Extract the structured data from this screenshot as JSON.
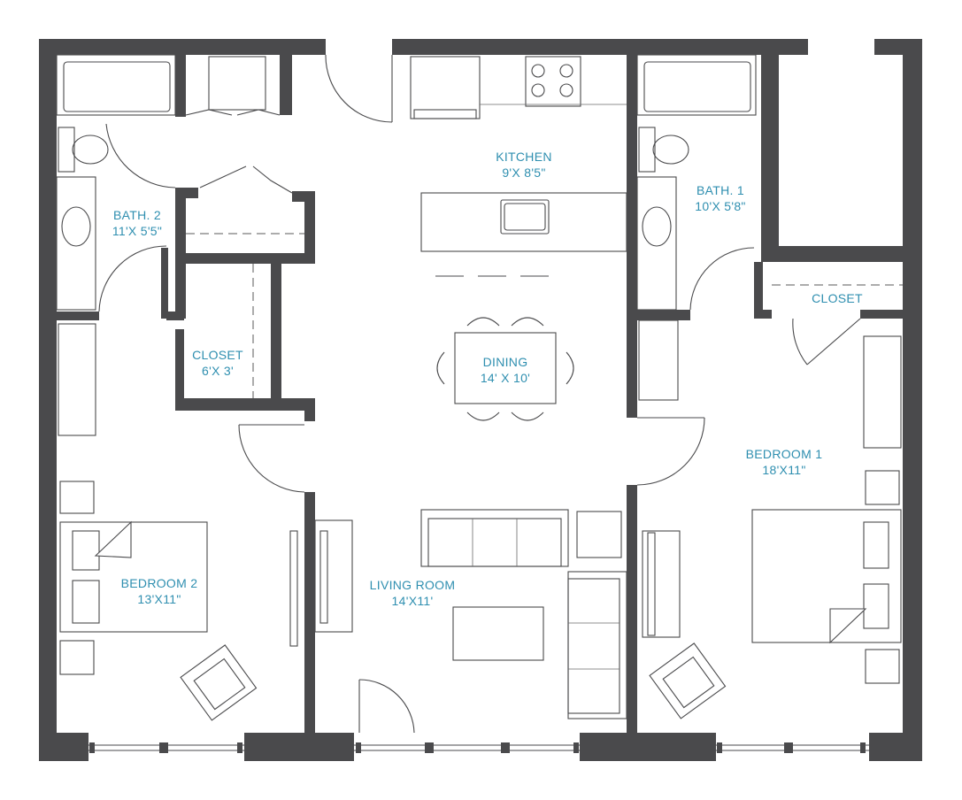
{
  "rooms": {
    "kitchen": {
      "name": "KITCHEN",
      "size": "9'X 8'5\""
    },
    "bath2": {
      "name": "BATH. 2",
      "size": "11'X 5'5\""
    },
    "bath1": {
      "name": "BATH. 1",
      "size": "10'X 5'8\""
    },
    "closet_left": {
      "name": "CLOSET",
      "size": "6'X 3'"
    },
    "closet_right": {
      "name": "CLOSET"
    },
    "dining": {
      "name": "DINING",
      "size": "14' X 10'"
    },
    "bedroom1": {
      "name": "BEDROOM 1",
      "size": "18'X11\""
    },
    "bedroom2": {
      "name": "BEDROOM 2",
      "size": "13'X11\""
    },
    "living": {
      "name": "LIVING ROOM",
      "size": "14'X11'"
    }
  },
  "colors": {
    "wall": "#4a4a4c",
    "label": "#2f8fb0",
    "background": "#ffffff"
  }
}
